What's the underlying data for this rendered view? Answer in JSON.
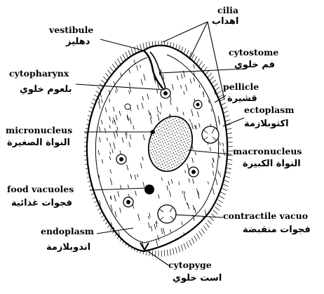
{
  "labels": {
    "cilia": {
      "en": "cilia",
      "ar": "اهداب"
    },
    "vestibule": {
      "en": "vestibule",
      "ar": "دهليز"
    },
    "cytostome": {
      "en": "cytostome",
      "ar": "فم خلوي"
    },
    "cytopharynx": {
      "en": "cytopharynx",
      "ar": "بلعوم خلوي"
    },
    "pellicle": {
      "en": "pellicle",
      "ar": "قشيرة"
    },
    "ectoplasm": {
      "en": "ectoplasm",
      "ar": "اكتوبلازمة"
    },
    "micronucleus": {
      "en": "micronucleus",
      "ar": "النواة الصغيرة"
    },
    "macronucleus": {
      "en": "macronucleus",
      "ar": "النواة الكبيرة"
    },
    "food_vacuoles": {
      "en": "food vacuoles",
      "ar": "فجوات غذائية"
    },
    "contractile_vacuole": {
      "en": "contractile vacuo",
      "ar": "فجوات منقبضة"
    },
    "endoplasm": {
      "en": "endoplasm",
      "ar": "اندوبلازمة"
    },
    "cytopyge": {
      "en": "cytopyge",
      "ar": "است خلوي"
    }
  },
  "colors": {
    "ink": "#000000",
    "paper": "#ffffff",
    "nucleus_fill": "#d9d9d9"
  }
}
